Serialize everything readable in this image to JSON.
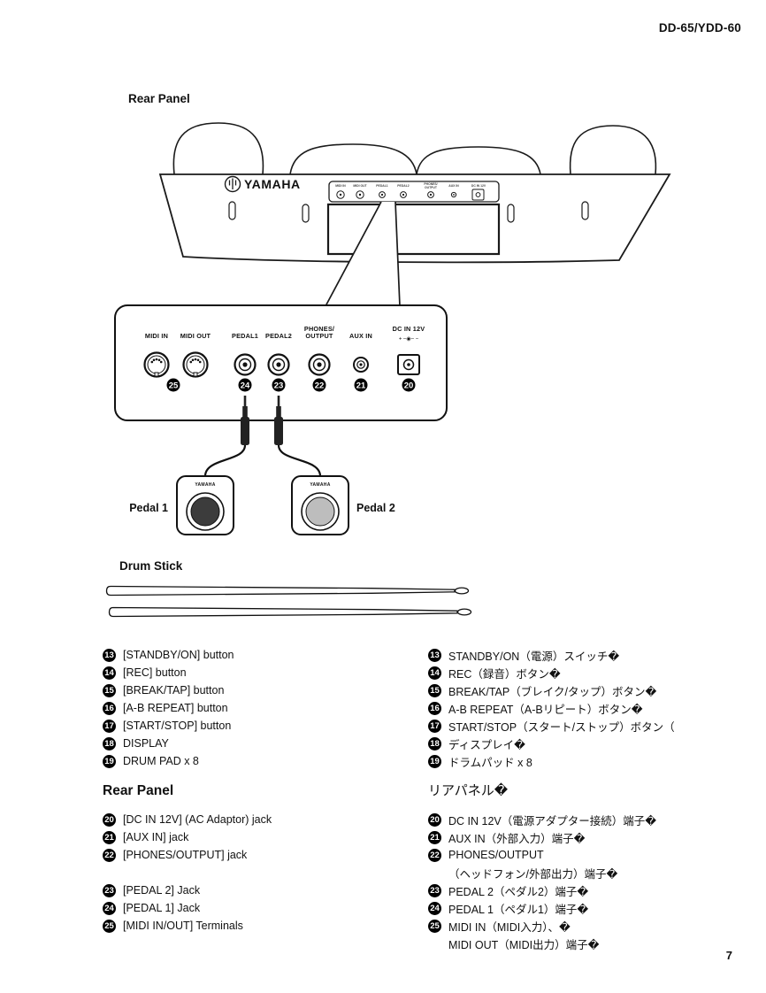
{
  "page": {
    "header": "DD-65/YDD-60",
    "page_number": "7"
  },
  "diagram": {
    "section_rear_panel": "Rear Panel",
    "section_drum_stick": "Drum Stick",
    "unit_logo": "YAMAHA",
    "pedal_logo": "YAMAHA",
    "pedal1_caption": "Pedal 1",
    "pedal2_caption": "Pedal 2",
    "panel": {
      "midi_in": "MIDI IN",
      "midi_out": "MIDI OUT",
      "pedal1": "PEDAL1",
      "pedal2": "PEDAL2",
      "phones1": "PHONES/",
      "phones2": "OUTPUT",
      "aux": "AUX IN",
      "dc": "DC IN 12V",
      "dc_polarity": "+ –◉– −",
      "badges": {
        "midi": "25",
        "pedal1": "24",
        "pedal2": "23",
        "phones": "22",
        "aux": "21",
        "dc": "20"
      }
    }
  },
  "list": {
    "left_items": [
      {
        "num": "13",
        "text": "[STANDBY/ON] button"
      },
      {
        "num": "14",
        "text": "[REC] button"
      },
      {
        "num": "15",
        "text": "[BREAK/TAP] button"
      },
      {
        "num": "16",
        "text": "[A-B REPEAT] button"
      },
      {
        "num": "17",
        "text": "[START/STOP] button"
      },
      {
        "num": "18",
        "text": "DISPLAY"
      },
      {
        "num": "19",
        "text": "DRUM PAD x 8"
      }
    ],
    "left_heading": "Rear Panel",
    "left_rear_items": [
      {
        "num": "20",
        "text": "[DC IN 12V] (AC Adaptor) jack"
      },
      {
        "num": "21",
        "text": "[AUX IN] jack"
      },
      {
        "num": "22",
        "text": "[PHONES/OUTPUT] jack"
      },
      {
        "num": "23",
        "text": "[PEDAL 2] Jack"
      },
      {
        "num": "24",
        "text": "[PEDAL 1] Jack"
      },
      {
        "num": "25",
        "text": "[MIDI IN/OUT] Terminals"
      }
    ],
    "right_items": [
      {
        "num": "13",
        "text": "STANDBY/ON（電源）スイッチ�"
      },
      {
        "num": "14",
        "text": "REC（録音）ボタン�"
      },
      {
        "num": "15",
        "text": "BREAK/TAP（ブレイク/タップ）ボタン�"
      },
      {
        "num": "16",
        "text": "A-B REPEAT（A-Bリピート）ボタン�"
      },
      {
        "num": "17",
        "text": "START/STOP（スタート/ストップ）ボタン（"
      },
      {
        "num": "18",
        "text": "ディスプレイ�"
      },
      {
        "num": "19",
        "text": "ドラムパッド x 8"
      }
    ],
    "right_heading": "リアパネル�",
    "right_rear_items": [
      {
        "num": "20",
        "text": "DC IN 12V（電源アダプター接続）端子�"
      },
      {
        "num": "21",
        "text": "AUX IN（外部入力）端子�"
      },
      {
        "num": "22",
        "text": "PHONES/OUTPUT",
        "text2": "（ヘッドフォン/外部出力）端子�"
      },
      {
        "num": "23",
        "text": "PEDAL 2（ペダル2）端子�"
      },
      {
        "num": "24",
        "text": "PEDAL 1（ペダル1）端子�"
      },
      {
        "num": "25",
        "text": "MIDI IN（MIDI入力）、�",
        "text2": "MIDI OUT（MIDI出力）端子�"
      }
    ]
  }
}
